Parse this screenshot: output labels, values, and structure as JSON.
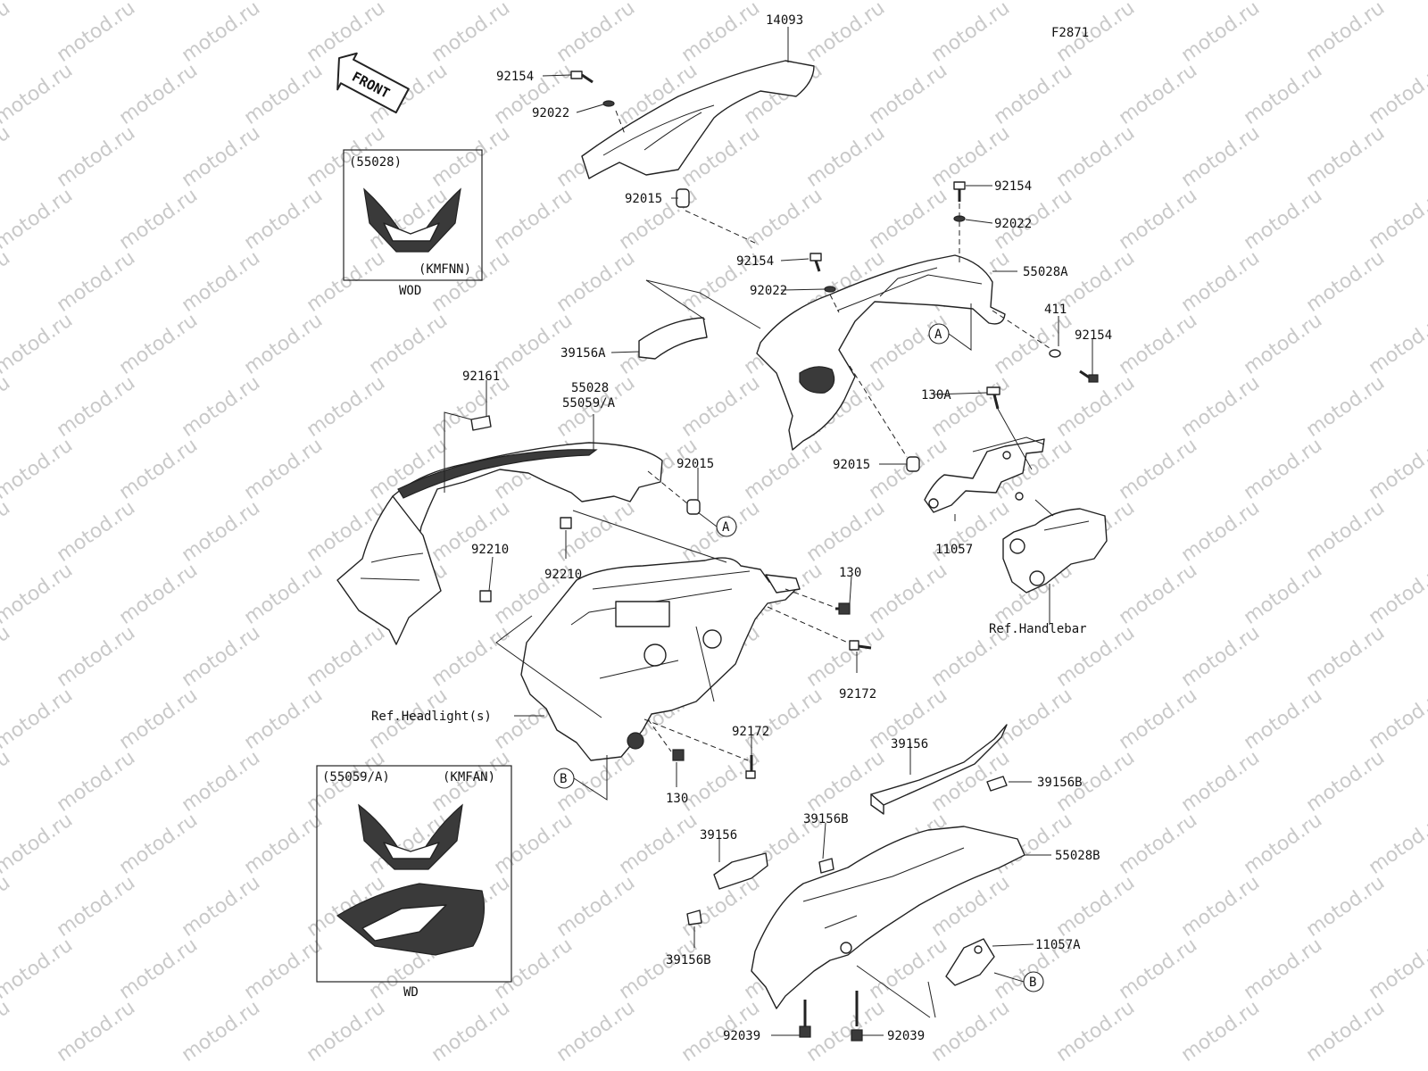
{
  "diagram_code": "F2871",
  "watermark": "motod.ru",
  "front_arrow": "FRONT",
  "callouts": [
    "A",
    "B"
  ],
  "inset_top": {
    "code": "(55028)",
    "variant": "(KMFNN)",
    "color": "WOD"
  },
  "inset_bottom": {
    "code": "(55059/A)",
    "variant": "(KMFAN)",
    "color": "WD"
  },
  "labels": {
    "p14093": "14093",
    "p92154_a": "92154",
    "p92022_a": "92022",
    "p92015_a": "92015",
    "p92154_b": "92154",
    "p92022_b": "92022",
    "p92154_c": "92154",
    "p92022_c": "92022",
    "p55028A": "55028A",
    "p411": "411",
    "p92154_d": "92154",
    "p39156A": "39156A",
    "p92161": "92161",
    "p55028": "55028",
    "p55059A": "55059/A",
    "p92015_b": "92015",
    "p130A": "130A",
    "p92015_c": "92015",
    "p11057": "11057",
    "p92210_a": "92210",
    "p92210_b": "92210",
    "p130_a": "130",
    "ref_handlebar": "Ref.Handlebar",
    "p92172_a": "92172",
    "ref_headlight": "Ref.Headlight(s)",
    "p92172_b": "92172",
    "p130_b": "130",
    "p39156_a": "39156",
    "p39156B_a": "39156B",
    "p39156B_b": "39156B",
    "p39156_b": "39156",
    "p55028B": "55028B",
    "p39156B_c": "39156B",
    "p11057A": "11057A",
    "p92039_a": "92039",
    "p92039_b": "92039"
  }
}
